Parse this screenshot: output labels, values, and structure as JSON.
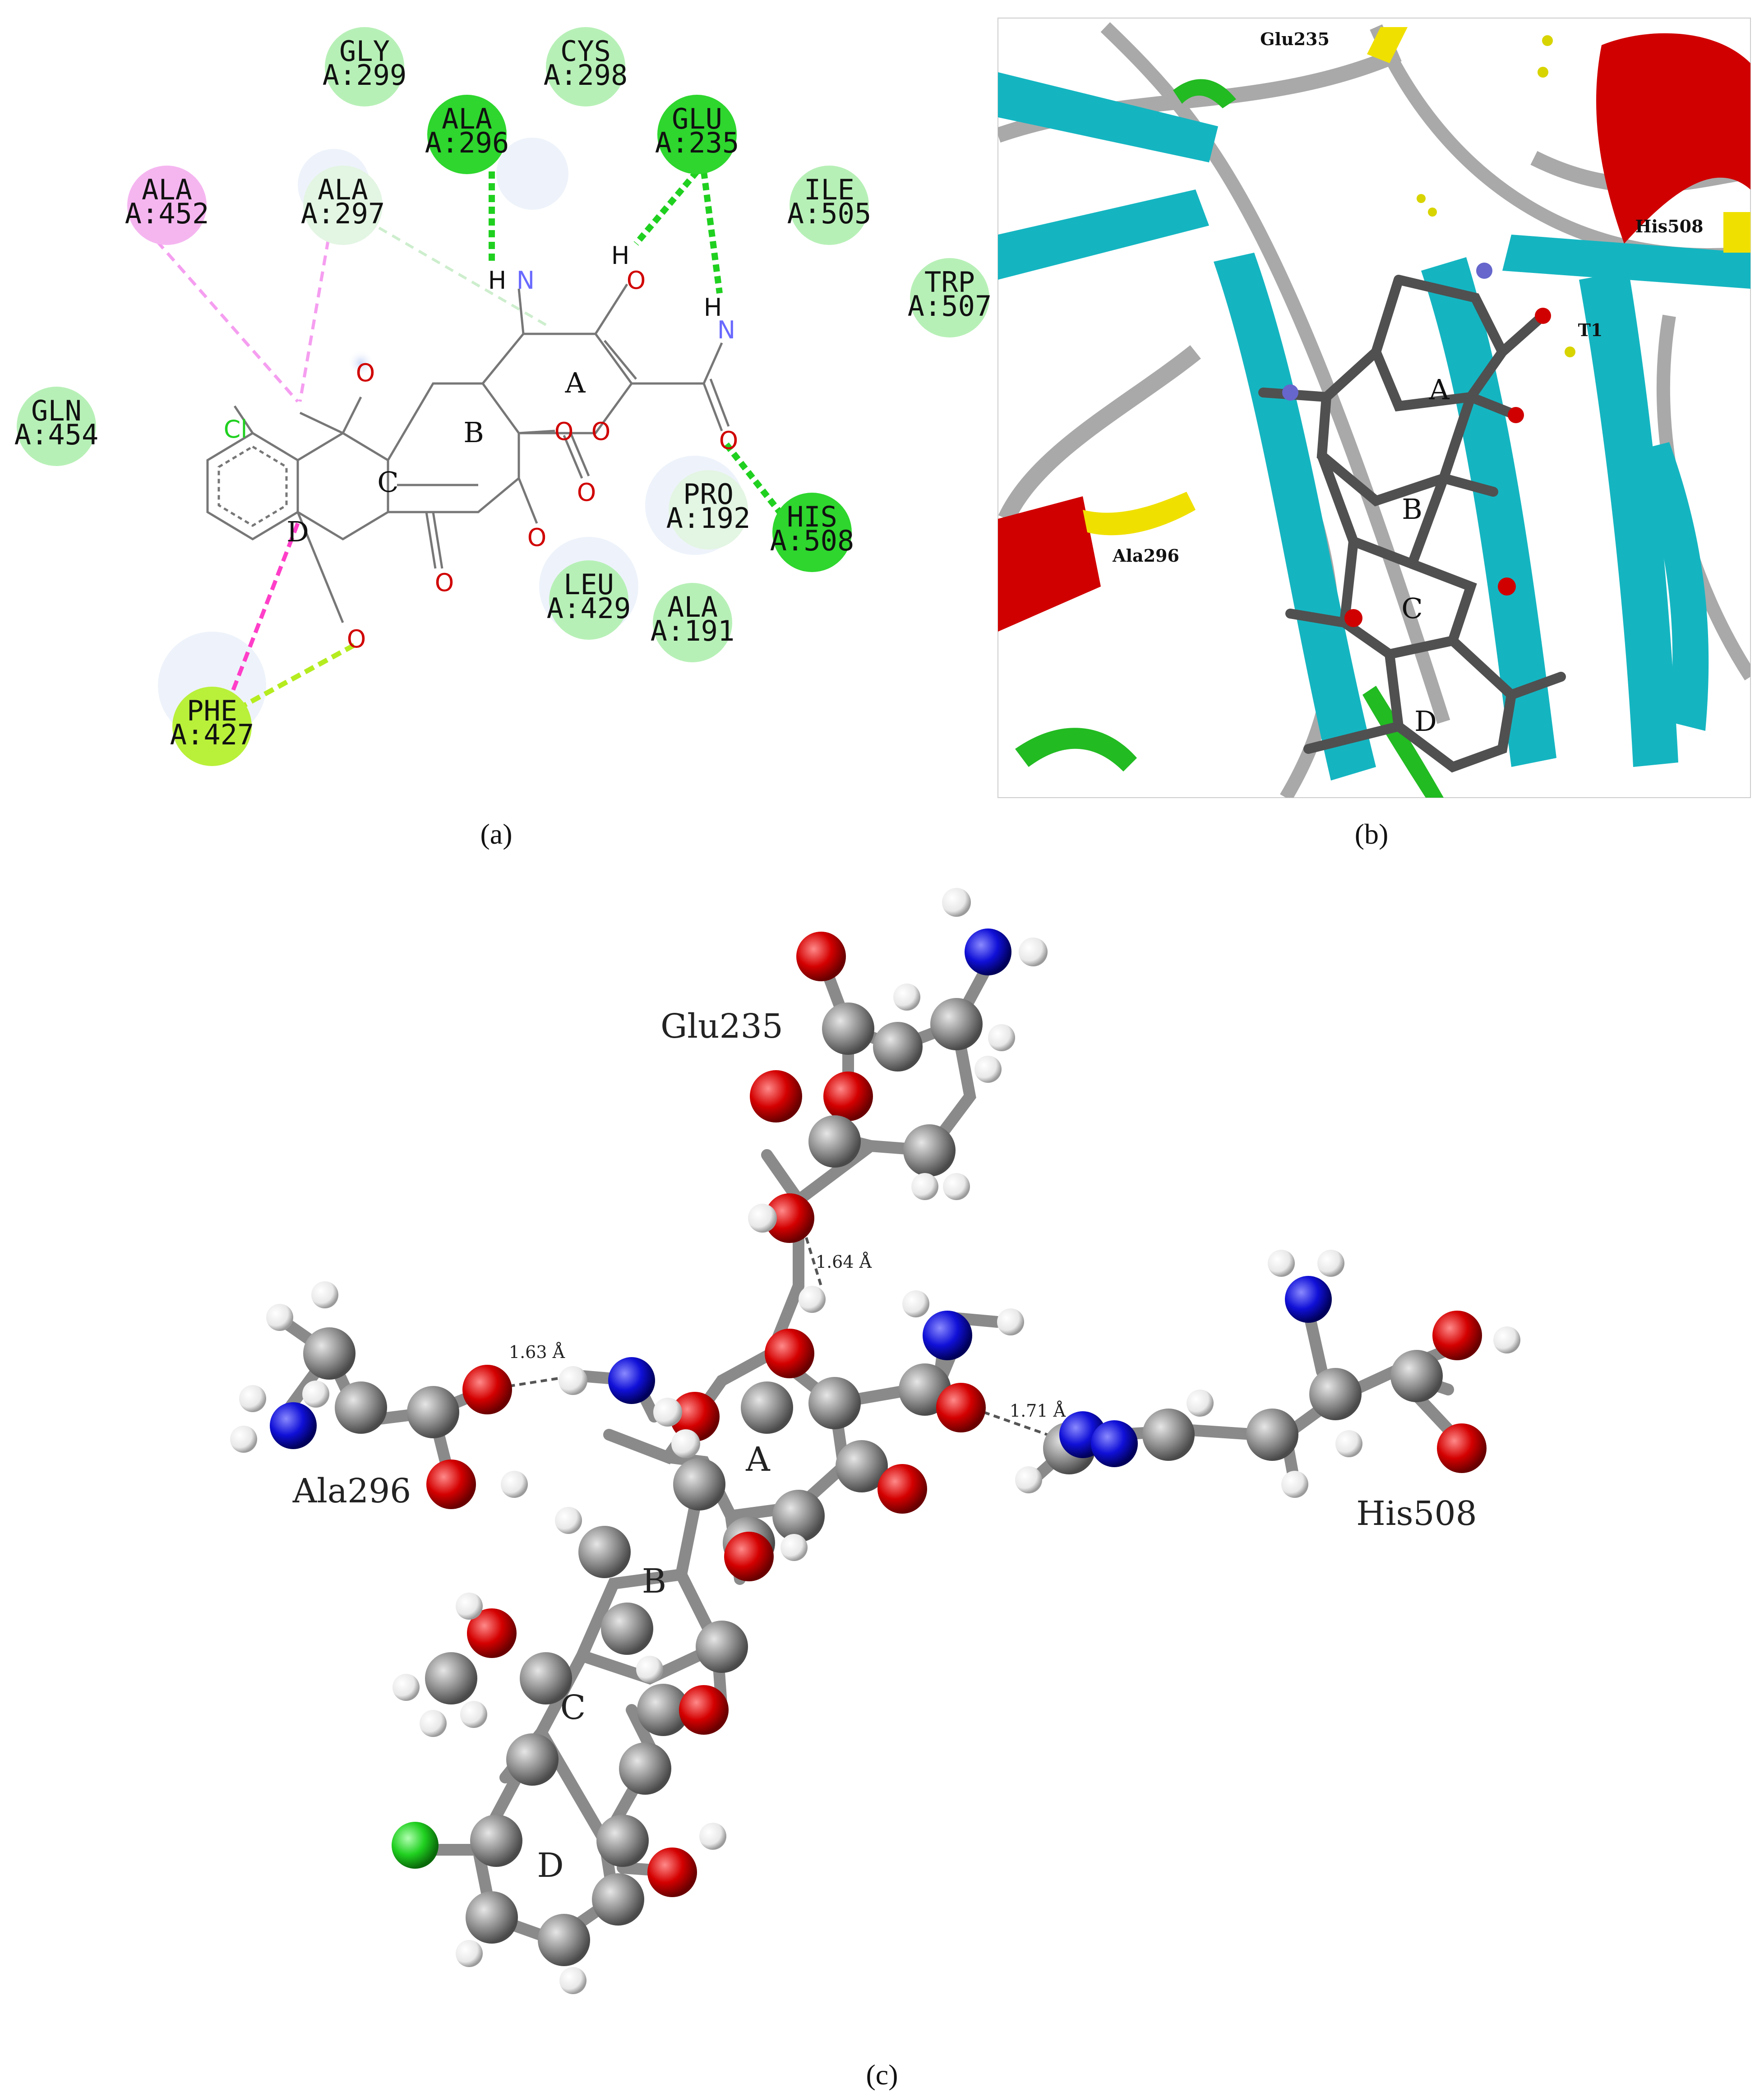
{
  "captions": {
    "a": "(a)",
    "b": "(b)",
    "c": "(c)"
  },
  "panel_a": {
    "residues": [
      {
        "name": "GLY",
        "id": "A:299",
        "kind": "vdw"
      },
      {
        "name": "CYS",
        "id": "A:298",
        "kind": "vdw"
      },
      {
        "name": "ALA",
        "id": "A:296",
        "kind": "hbond"
      },
      {
        "name": "GLU",
        "id": "A:235",
        "kind": "hbond"
      },
      {
        "name": "ILE",
        "id": "A:505",
        "kind": "vdw"
      },
      {
        "name": "ALA",
        "id": "A:452",
        "kind": "alkyl"
      },
      {
        "name": "ALA",
        "id": "A:297",
        "kind": "carbon-h"
      },
      {
        "name": "TRP",
        "id": "A:507",
        "kind": "vdw"
      },
      {
        "name": "GLN",
        "id": "A:454",
        "kind": "vdw"
      },
      {
        "name": "PRO",
        "id": "A:192",
        "kind": "vdw"
      },
      {
        "name": "HIS",
        "id": "A:508",
        "kind": "hbond"
      },
      {
        "name": "LEU",
        "id": "A:429",
        "kind": "vdw"
      },
      {
        "name": "ALA",
        "id": "A:191",
        "kind": "vdw"
      },
      {
        "name": "PHE",
        "id": "A:427",
        "kind": "pi"
      }
    ],
    "rings": [
      "A",
      "B",
      "C",
      "D"
    ],
    "atoms": {
      "h": "H",
      "n": "N",
      "o": "O",
      "cl": "Cl"
    },
    "colors": {
      "vdw": "#b7f0b7",
      "hbond": "#2ed62e",
      "alkyl": "#f5b6f0",
      "carbon_h": "#e3f5e3",
      "pi": "#b9f03a"
    }
  },
  "panel_b": {
    "labels": [
      "Glu235",
      "His508",
      "T1",
      "Ala296"
    ],
    "rings": [
      "A",
      "B",
      "C",
      "D"
    ],
    "colors": {
      "strand": "#14b5c1",
      "helix": "#d00000",
      "turn": "#22bb22",
      "coil": "#a9a9a9",
      "hotspot": "#f0e000",
      "ligand": "#505050"
    }
  },
  "panel_c": {
    "residue_labels": [
      "Glu235",
      "Ala296",
      "His508"
    ],
    "distances": [
      "1.64 Å",
      "1.63 Å",
      "1.71 Å"
    ],
    "rings": [
      "A",
      "B",
      "C",
      "D"
    ],
    "colors": {
      "carbon": "#808080",
      "oxygen": "#d00000",
      "nitrogen": "#1010d0",
      "hydrogen": "#f2f2f2",
      "chlorine": "#22cc22"
    }
  }
}
